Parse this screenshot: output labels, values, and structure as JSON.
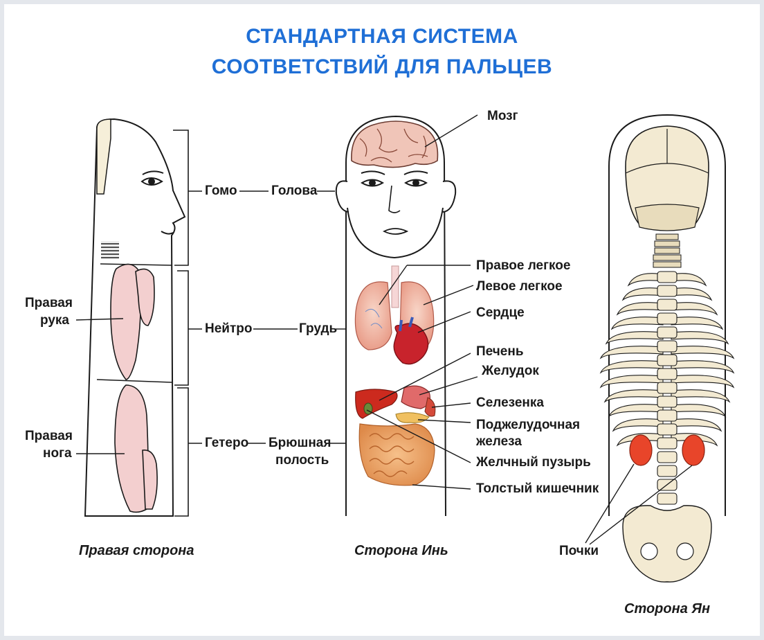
{
  "title": {
    "line1": "СТАНДАРТНАЯ СИСТЕМА",
    "line2": "СООТВЕТСТВИЙ ДЛЯ ПАЛЬЦЕВ"
  },
  "left_panel": {
    "labels": {
      "right_arm": [
        "Правая",
        "рука"
      ],
      "right_leg": [
        "Правая",
        "нога"
      ]
    },
    "caption": "Правая сторона"
  },
  "zones": {
    "homo": "Гомо",
    "neutro": "Нейтро",
    "hetero": "Гетеро"
  },
  "middle_panel": {
    "labels": {
      "head": "Голова",
      "chest": "Грудь",
      "abdomen": [
        "Брюшная",
        "полость"
      ],
      "brain": "Мозг",
      "right_lung": "Правое легкое",
      "left_lung": "Левое легкое",
      "heart": "Сердце",
      "liver": "Печень",
      "stomach": "Желудок",
      "spleen": "Селезенка",
      "pancreas": [
        "Поджелудочная",
        "железа"
      ],
      "gallbladder": "Желчный пузырь",
      "colon": "Толстый кишечник"
    },
    "caption": "Сторона Инь"
  },
  "right_panel": {
    "labels": {
      "kidneys": "Почки"
    },
    "caption": "Сторона Ян"
  },
  "colors": {
    "title": "#1f6fd6",
    "skin": "#f3cfcf",
    "bone": "#f3ead2",
    "lung": "#f2b9a8",
    "heart": "#c8232c",
    "intestine": "#e9a060",
    "kidney": "#e8452a"
  }
}
